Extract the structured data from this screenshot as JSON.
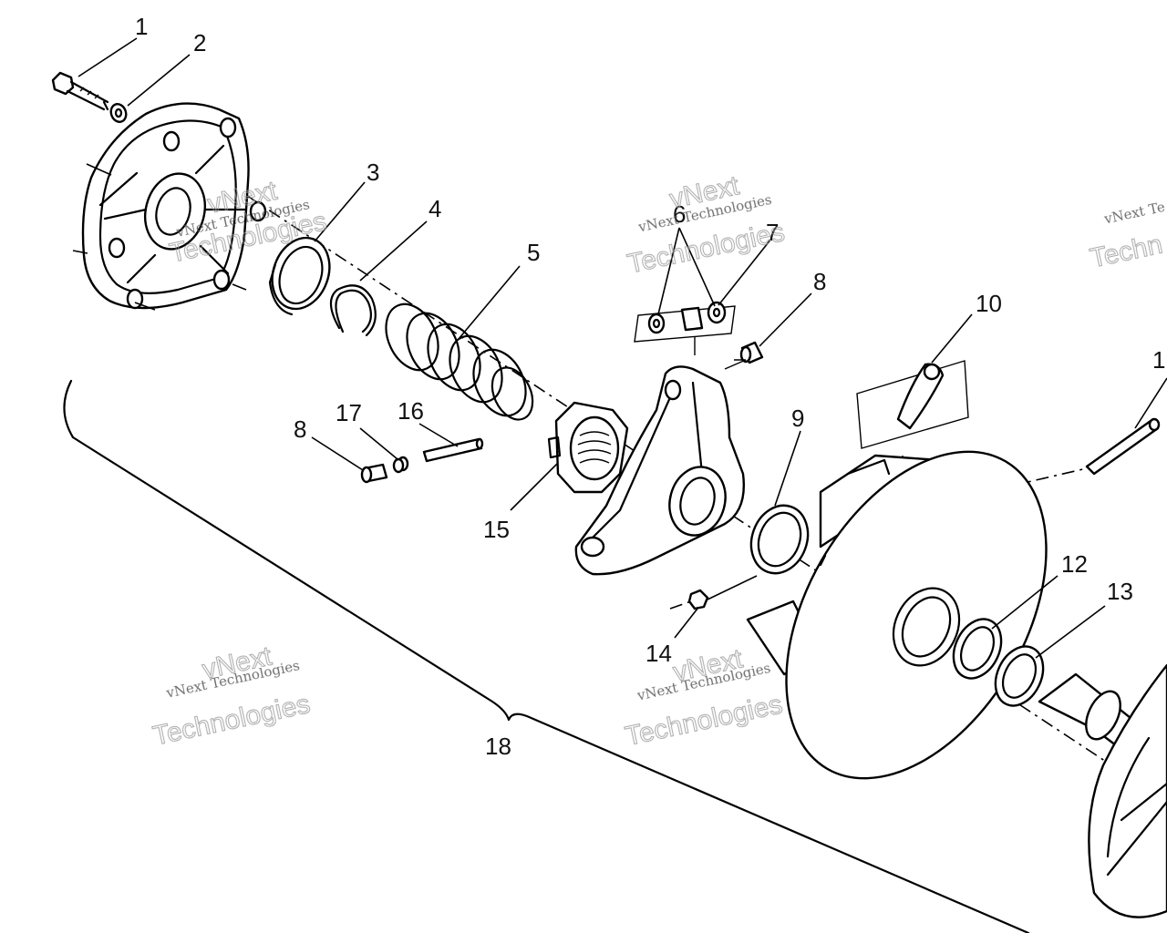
{
  "callouts": {
    "c1": "1",
    "c2": "2",
    "c3": "3",
    "c4": "4",
    "c5": "5",
    "c6": "6",
    "c7": "7",
    "c8a": "8",
    "c8b": "8",
    "c9": "9",
    "c10": "10",
    "c11": "1",
    "c12": "12",
    "c13": "13",
    "c14": "14",
    "c15": "15",
    "c16": "16",
    "c17": "17",
    "c18": "18"
  },
  "watermark": {
    "line1": "vNext Technologies",
    "line2": "vNext",
    "line3": "Technologies",
    "partial1": "vNext Te",
    "partial2": "Techn"
  }
}
